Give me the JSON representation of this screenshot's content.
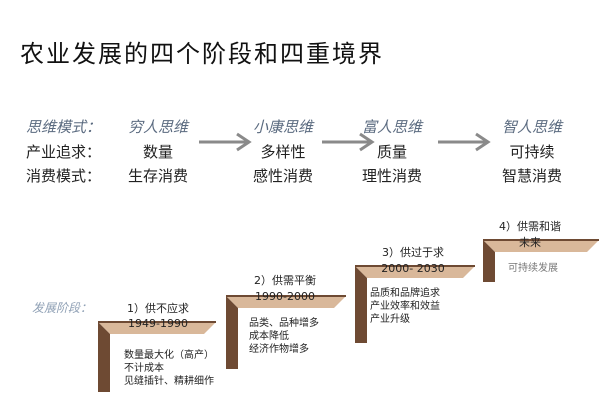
{
  "title": "农业发展的四个阶段和四重境界",
  "table": {
    "row_labels": [
      "思维模式：",
      "产业追求：",
      "消费模式："
    ],
    "columns": [
      {
        "mode": "穷人思维",
        "pursuit": "数量",
        "consumption": "生存消费"
      },
      {
        "mode": "小康思维",
        "pursuit": "多样性",
        "consumption": "感性消费"
      },
      {
        "mode": "富人思维",
        "pursuit": "质量",
        "consumption": "理性消费"
      },
      {
        "mode": "智人思维",
        "pursuit": "可持续",
        "consumption": "智慧消费"
      }
    ]
  },
  "stairs": {
    "label": "发展阶段：",
    "stages": [
      {
        "title": "1）供不应求",
        "period": "1949-1990",
        "features": [
          "数量最大化（高产）",
          "不计成本",
          "见缝插针、精耕细作"
        ]
      },
      {
        "title": "2）供需平衡",
        "period": "1990-2000",
        "features": [
          "品类、品种增多",
          "成本降低",
          "经济作物增多"
        ]
      },
      {
        "title": "3）供过于求",
        "period": "2000- 2030",
        "features": [
          "品质和品牌追求",
          "产业效率和效益",
          "产业升级"
        ]
      },
      {
        "title": "4）供需和谐",
        "period": "未来",
        "features": [
          "可持续发展"
        ]
      }
    ]
  },
  "colors": {
    "step_light": "#d9b89a",
    "step_dark": "#6e4a33",
    "arrow": "#8a8a8a",
    "mode_text": "#5b6b80"
  }
}
